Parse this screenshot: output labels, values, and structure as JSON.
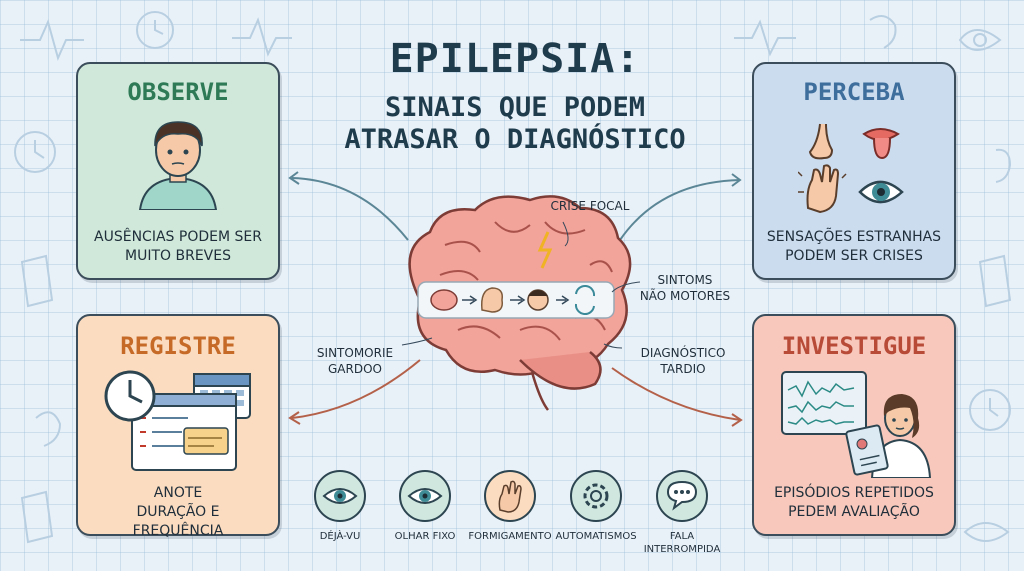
{
  "title": {
    "line1": "EPILEPSIA:",
    "line2": "SINAIS QUE PODEM",
    "line3": "ATRASAR O DIAGNÓSTICO"
  },
  "cards": {
    "observe": {
      "title": "OBSERVE",
      "text": "AUSÊNCIAS PODEM SER MUITO BREVES"
    },
    "perceba": {
      "title": "PERCEBA",
      "text": "SENSAÇÕES ESTRANHAS PODEM SER CRISES"
    },
    "registre": {
      "title": "REGISTRE",
      "text": "ANOTE DURAÇÃO E FREQUÊNCIA"
    },
    "investigue": {
      "title": "INVESTIGUE",
      "text": "EPISÓDIOS REPETIDOS PEDEM AVALIAÇÃO"
    }
  },
  "brain_labels": {
    "crise_focal": "CRISE FOCAL",
    "sintoms": "SINTOMS",
    "nao_motores": "NÃO MOTORES",
    "sintomorie": "SINTOMORIE",
    "gardoo": "GARDOO",
    "diagnostico": "DIAGNÓSTICO",
    "tardio": "TARDIO"
  },
  "symptoms": [
    {
      "label": "DÉJÀ-VU",
      "icon": "eye-icon"
    },
    {
      "label": "OLHAR FIXO",
      "icon": "eye-icon"
    },
    {
      "label": "FORMIGAMENTO",
      "icon": "hand-icon"
    },
    {
      "label": "AUTOMATISMOS",
      "icon": "gear-icon"
    },
    {
      "label": "FALA",
      "label2": "INTERROMPIDA",
      "icon": "speech-bubble-icon"
    }
  ],
  "colors": {
    "observe": "#cfe8d9",
    "perceba": "#cbdcef",
    "registre": "#fbdcc0",
    "investigue": "#f7c8bb",
    "symptom_circle": "#cfe7df",
    "brain": "#f2a39a"
  }
}
